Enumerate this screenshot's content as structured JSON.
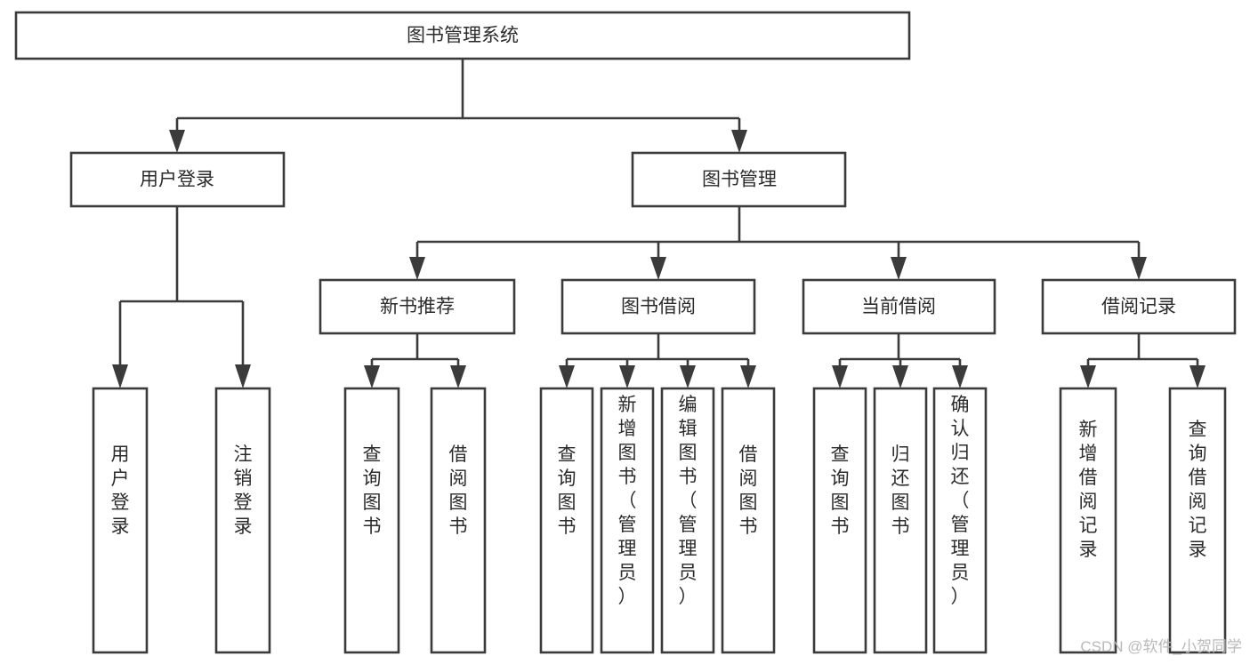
{
  "diagram": {
    "type": "tree-hierarchy",
    "title": "图书管理系统",
    "orientation": "top-down",
    "colors": {
      "stroke": "#3b3b3b",
      "box_fill": "#ffffff",
      "text": "#2b2b2b",
      "background": "#ffffff",
      "watermark": "#b9b9b9"
    },
    "levels": [
      {
        "level": 1,
        "nodes": [
          {
            "id": "root",
            "label": "图书管理系统",
            "orientation": "horizontal"
          }
        ]
      },
      {
        "level": 2,
        "nodes": [
          {
            "id": "login",
            "label": "用户登录",
            "orientation": "horizontal",
            "parent": "root"
          },
          {
            "id": "bookmgmt",
            "label": "图书管理",
            "orientation": "horizontal",
            "parent": "root"
          }
        ]
      },
      {
        "level": 3,
        "nodes": [
          {
            "id": "newbook",
            "label": "新书推荐",
            "orientation": "horizontal",
            "parent": "bookmgmt"
          },
          {
            "id": "borrow",
            "label": "图书借阅",
            "orientation": "horizontal",
            "parent": "bookmgmt"
          },
          {
            "id": "current",
            "label": "当前借阅",
            "orientation": "horizontal",
            "parent": "bookmgmt"
          },
          {
            "id": "record",
            "label": "借阅记录",
            "orientation": "horizontal",
            "parent": "bookmgmt"
          }
        ]
      },
      {
        "level": 4,
        "nodes": [
          {
            "id": "leaf-1",
            "label": "用户登录",
            "orientation": "vertical",
            "parent": "login"
          },
          {
            "id": "leaf-2",
            "label": "注销登录",
            "orientation": "vertical",
            "parent": "login"
          },
          {
            "id": "leaf-3",
            "label": "查询图书",
            "orientation": "vertical",
            "parent": "newbook"
          },
          {
            "id": "leaf-4",
            "label": "借阅图书",
            "orientation": "vertical",
            "parent": "newbook"
          },
          {
            "id": "leaf-5",
            "label": "查询图书",
            "orientation": "vertical",
            "parent": "borrow"
          },
          {
            "id": "leaf-6",
            "label": "新增图书（管理员）",
            "orientation": "vertical",
            "parent": "borrow"
          },
          {
            "id": "leaf-7",
            "label": "编辑图书（管理员）",
            "orientation": "vertical",
            "parent": "borrow"
          },
          {
            "id": "leaf-8",
            "label": "借阅图书",
            "orientation": "vertical",
            "parent": "borrow"
          },
          {
            "id": "leaf-9",
            "label": "查询图书",
            "orientation": "vertical",
            "parent": "current"
          },
          {
            "id": "leaf-10",
            "label": "归还图书",
            "orientation": "vertical",
            "parent": "current"
          },
          {
            "id": "leaf-11",
            "label": "确认归还（管理员）",
            "orientation": "vertical",
            "parent": "current"
          },
          {
            "id": "leaf-12",
            "label": "新增借阅记录",
            "orientation": "vertical",
            "parent": "record"
          },
          {
            "id": "leaf-13",
            "label": "查询借阅记录",
            "orientation": "vertical",
            "parent": "record"
          }
        ]
      }
    ]
  },
  "watermark": {
    "text": "CSDN @软件_小贺同学"
  }
}
